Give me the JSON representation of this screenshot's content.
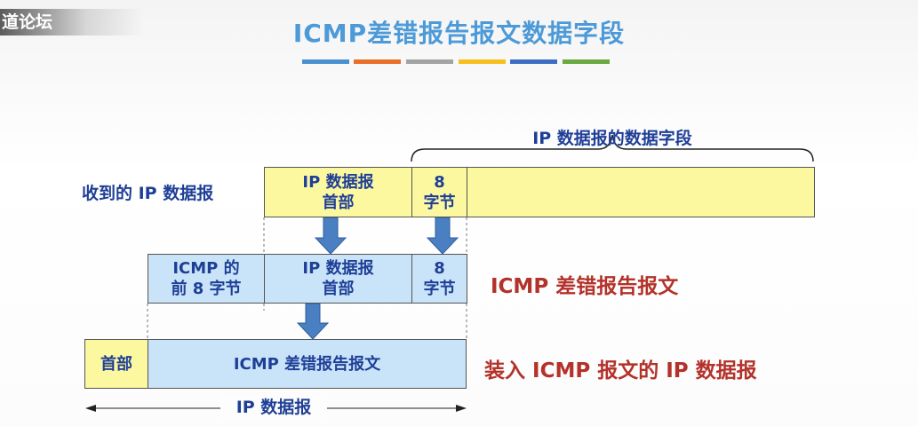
{
  "watermark": "道论坛",
  "title": "ICMP差错报告报文数据字段",
  "colors": {
    "title": "#4d9ad8",
    "label_blue": "#1f3f97",
    "label_red": "#b3322a",
    "yellow_fill": "#fcf8a0",
    "blue_fill": "#c9e4f8",
    "arrow": "#4a7fc1",
    "color_bars": [
      "#4a8fd0",
      "#e8702a",
      "#a3a3a3",
      "#f7bf1d",
      "#3c6fc4",
      "#6aa842"
    ]
  },
  "row1": {
    "label": "收到的 IP 数据报",
    "brace_label": "IP 数据报的数据字段",
    "header_line1": "IP 数据报",
    "header_line2": "首部",
    "eight_line1": "8",
    "eight_line2": "字节"
  },
  "row2": {
    "icmp_line1": "ICMP 的",
    "icmp_line2": "前 8 字节",
    "header_line1": "IP 数据报",
    "header_line2": "首部",
    "eight_line1": "8",
    "eight_line2": "字节",
    "right_label": "ICMP 差错报告报文"
  },
  "row3": {
    "header_label": "首部",
    "body_label": "ICMP 差错报告报文",
    "right_label": "装入 ICMP 报文的 IP 数据报"
  },
  "bottom_label": "IP 数据报"
}
